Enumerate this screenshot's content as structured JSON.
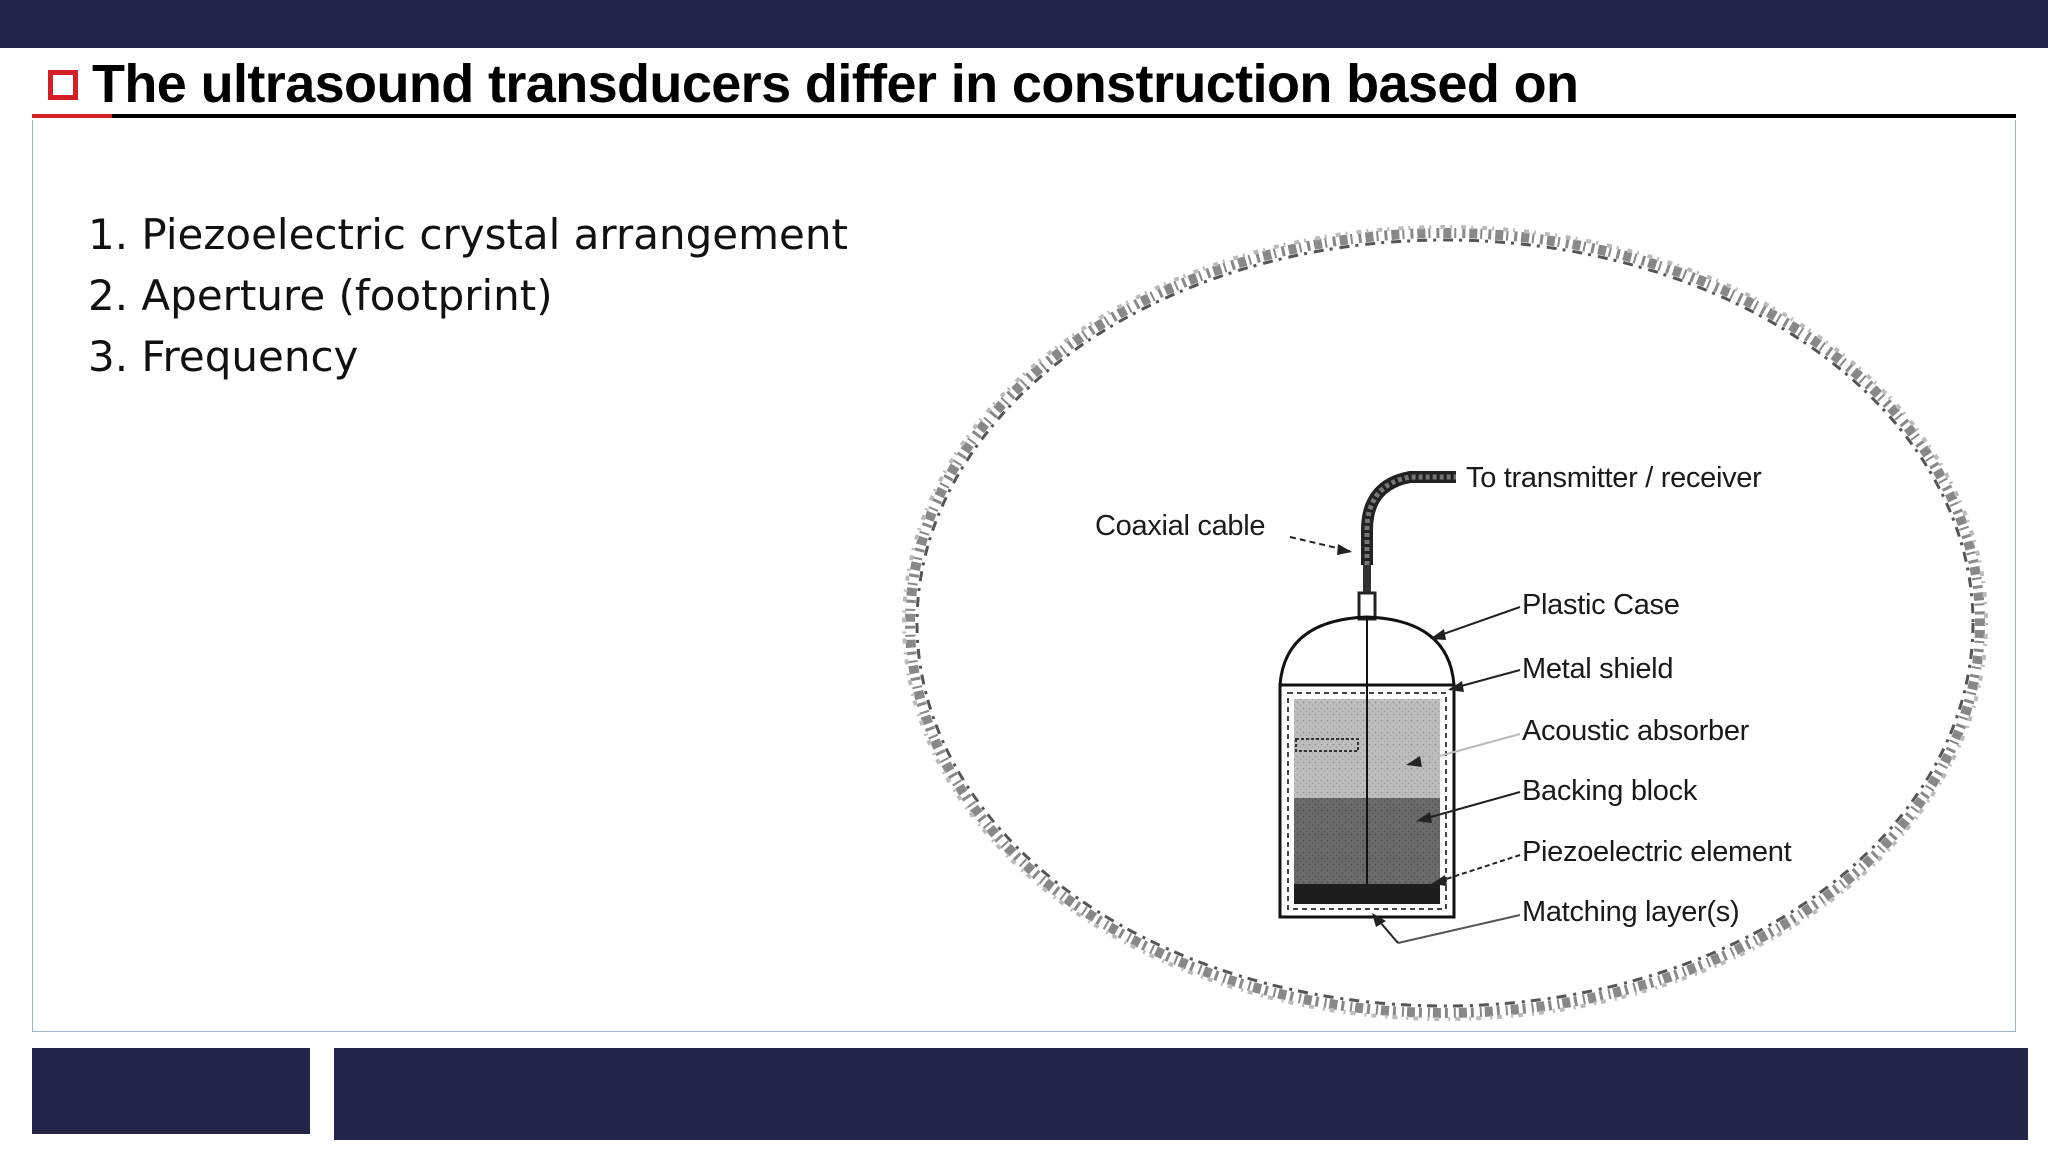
{
  "slide": {
    "title": "The ultrasound transducers differ in construction based on",
    "bullets": [
      "1. Piezoelectric crystal arrangement",
      "2. Aperture (footprint)",
      "3. Frequency"
    ]
  },
  "diagram": {
    "labels": {
      "coaxial_cable": "Coaxial cable",
      "to_transmitter": "To transmitter / receiver",
      "plastic_case": "Plastic Case",
      "metal_shield": "Metal shield",
      "acoustic_absorber": "Acoustic absorber",
      "backing_block": "Backing block",
      "piezoelectric_element": "Piezoelectric element",
      "matching_layers": "Matching layer(s)"
    }
  },
  "colors": {
    "navy": "#22244a",
    "accent_red": "#d51f26",
    "frame_border": "#9fb3c6"
  },
  "icons": {
    "title_bullet": "checkbox-icon"
  }
}
